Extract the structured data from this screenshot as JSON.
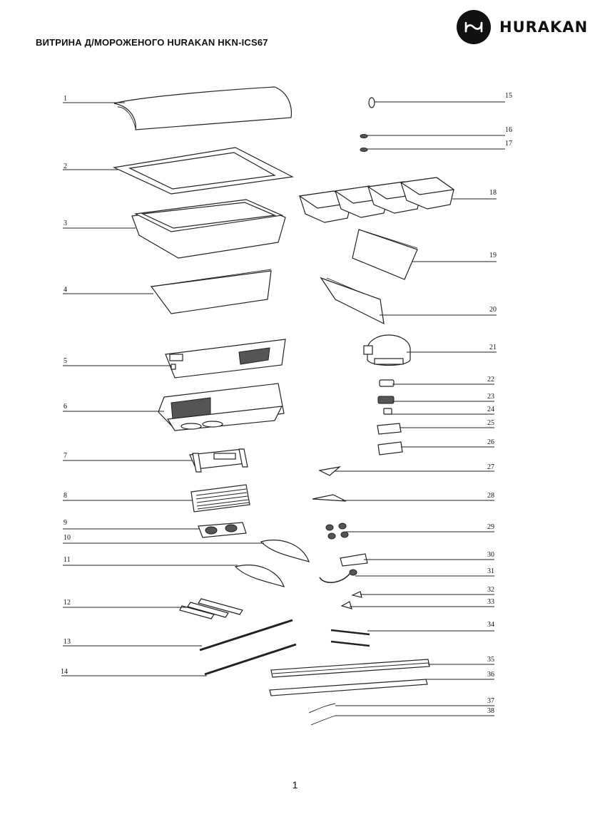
{
  "header": {
    "title": "ВИТРИНА Д/МОРОЖЕНОГО HURAKAN HKN-ICS67",
    "brand": "HURAKAN"
  },
  "diagram": {
    "callouts": [
      "1",
      "2",
      "3",
      "4",
      "5",
      "6",
      "7",
      "8",
      "9",
      "10",
      "11",
      "12",
      "13",
      "14",
      "15",
      "16",
      "17",
      "18",
      "19",
      "20",
      "21",
      "22",
      "23",
      "24",
      "25",
      "26",
      "27",
      "28",
      "29",
      "30",
      "31",
      "32",
      "33",
      "34",
      "35",
      "36",
      "37",
      "38"
    ]
  },
  "footer": {
    "page_number": "1"
  }
}
